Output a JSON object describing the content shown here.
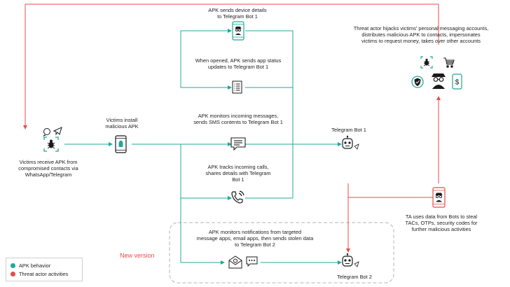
{
  "colors": {
    "apk_behavior": "#1fa89a",
    "threat_actor": "#e84b4b",
    "icon": "#1a1a1a",
    "dashed_box": "#b5b5b5"
  },
  "nodes": {
    "victim_receive": {
      "icons": [
        "whatsapp-icon",
        "telegram-send-icon",
        "malware-bug-icon"
      ],
      "lines": [
        "Victims receive APK from",
        "compromised contacts via",
        "WhatsApp/Telegram"
      ]
    },
    "victim_install": {
      "icons": [
        "phone-android-icon"
      ],
      "lines": [
        "Victims install",
        "malicious APK"
      ]
    },
    "device_details": {
      "icons": [
        "phone-spy-icon"
      ],
      "lines": [
        "APK sends device details",
        "to Telegram Bot 1"
      ]
    },
    "app_status": {
      "icons": [
        "document-list-icon"
      ],
      "lines": [
        "When opened, APK sends app status",
        "updates to Telegram Bot 1"
      ]
    },
    "sms_monitor": {
      "icons": [
        "message-icon"
      ],
      "lines": [
        "APK monitors incoming messages,",
        "sends SMS contents  to Telegram Bot 1"
      ]
    },
    "call_track": {
      "icons": [
        "phone-call-icon"
      ],
      "lines": [
        "APK tracks incoming calls,",
        "shares details with Telegram",
        "Bot 1"
      ]
    },
    "notif_monitor": {
      "icons": [
        "email-icon",
        "chat-icon"
      ],
      "lines": [
        "APK monitors notifications from targeted",
        "message apps, email apps, then sends stolen data",
        "to Telegram Bot 2"
      ]
    },
    "bot1": {
      "icons": [
        "robot-icon"
      ],
      "label": "Telegram Bot 1"
    },
    "bot2": {
      "icons": [
        "robot-icon"
      ],
      "label": "Telegram Bot 2"
    },
    "ta_uses": {
      "icons": [
        "phone-spy-icon"
      ],
      "lines": [
        "TA uses data from Bots to steal",
        "TACs, OTPs, security codes for",
        "further malicious activities"
      ]
    },
    "ta_hijack": {
      "icons": [
        "malware-bug-icon",
        "shopping-cart-icon",
        "security-shield-icon",
        "spy-hacker-icon",
        "money-phone-icon"
      ],
      "lines": [
        "Threat actor hijacks victims' personal messaging accounts,",
        "distributes malicious APK to contacts, impersonates",
        "victims to request money, takes over other accounts"
      ]
    }
  },
  "new_version": "New version",
  "legend": {
    "items": [
      {
        "label": "APK behavior",
        "color": "#1fa89a"
      },
      {
        "label": "Threat actor activities",
        "color": "#e84b4b"
      }
    ]
  }
}
